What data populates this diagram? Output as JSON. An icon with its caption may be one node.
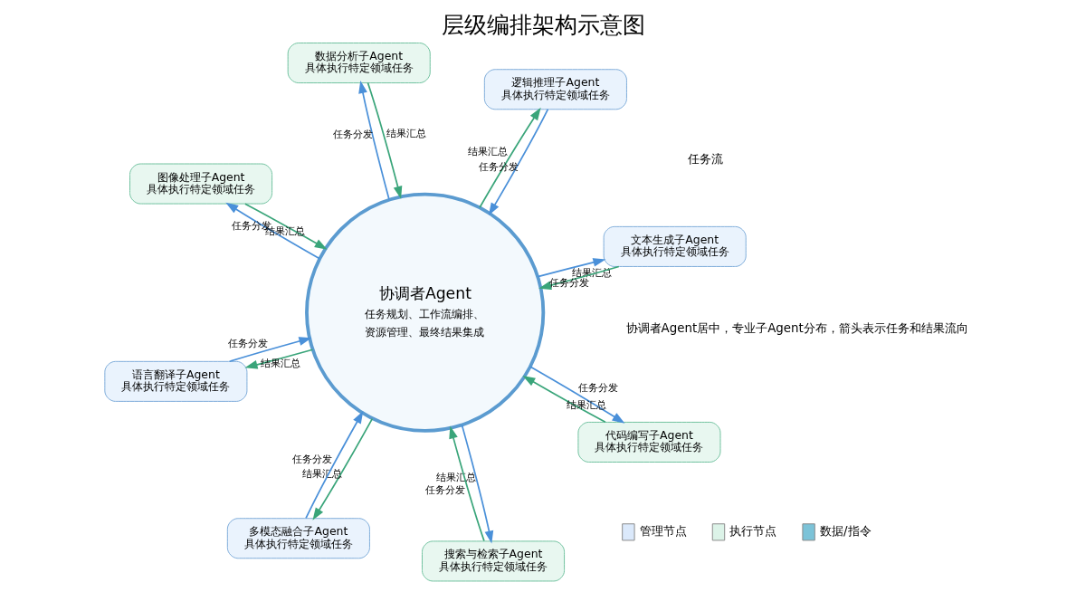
{
  "diagram": {
    "title": "层级编排架构示意图",
    "nodes": [
      {
        "text": [
          "协调者Agent",
          "任务规划、工作流编排、资源管理、最终结果集成"
        ]
      },
      {
        "text": [
          "文本生成子Agent",
          "具体执行特定领域任务"
        ]
      },
      {
        "text": [
          "多模态融合子Agent",
          "具体执行特定领域任务"
        ]
      },
      {
        "text": [
          "图像处理子Agent",
          "具体执行特定领域任务"
        ]
      },
      {
        "text": [
          "逻辑推理子Agent",
          "具体执行特定领域任务"
        ]
      },
      {
        "text": [
          "数据分析子Agent",
          "具体执行特定领域任务"
        ]
      },
      {
        "text": [
          "语言翻译子Agent",
          "具体执行特定领域任务"
        ]
      },
      {
        "text": [
          "代码编写子Agent",
          "具体执行特定领域任务"
        ]
      },
      {
        "text": [
          "搜索与检索子Agent",
          "具体执行特定领域任务"
        ]
      }
    ],
    "edges": [
      {
        "from": 0,
        "to": 1,
        "arrow": "to",
        "label": "结果汇总",
        "color": "#4a90d9"
      },
      {
        "from": 1,
        "to": 0,
        "arrow": "to",
        "label": "任务分发",
        "color": "#3aa57a"
      },
      {
        "from": 2,
        "to": 0,
        "arrow": "to",
        "label": "任务分发",
        "color": "#4a90d9"
      },
      {
        "from": 0,
        "to": 2,
        "arrow": "to",
        "label": "结果汇总",
        "color": "#3aa57a"
      },
      {
        "from": 0,
        "to": 3,
        "arrow": "to",
        "label": "任务分发",
        "color": "#4a90d9"
      },
      {
        "from": 3,
        "to": 0,
        "arrow": "to",
        "label": "结果汇总",
        "color": "#3aa57a"
      },
      {
        "from": 4,
        "to": 0,
        "arrow": "to",
        "label": "任务分发",
        "color": "#4a90d9"
      },
      {
        "from": 0,
        "to": 4,
        "arrow": "to",
        "label": "结果汇总",
        "color": "#3aa57a"
      },
      {
        "from": 0,
        "to": 5,
        "arrow": "to",
        "label": "任务分发",
        "color": "#4a90d9"
      },
      {
        "from": 5,
        "to": 0,
        "arrow": "to",
        "label": "结果汇总",
        "color": "#3aa57a"
      },
      {
        "from": 6,
        "to": 0,
        "arrow": "to",
        "label": "任务分发",
        "color": "#4a90d9"
      },
      {
        "from": 0,
        "to": 6,
        "arrow": "to",
        "label": "结果汇总",
        "color": "#3aa57a"
      },
      {
        "from": 0,
        "to": 7,
        "arrow": "to",
        "label": "任务分发",
        "color": "#4a90d9"
      },
      {
        "from": 7,
        "to": 0,
        "arrow": "to",
        "label": "结果汇总",
        "color": "#3aa57a"
      },
      {
        "from": 0,
        "to": 8,
        "arrow": "to",
        "label": "结果汇总",
        "color": "#4a90d9"
      },
      {
        "from": 8,
        "to": 0,
        "arrow": "to",
        "label": "任务分发",
        "color": "#3aa57a"
      }
    ],
    "labels": [
      "协调者Agent居中，专业子Agent分布，箭头表示任务和结果流向",
      "任务流"
    ],
    "legend": [
      {
        "text": "管理节点",
        "color": "#dbe9fb"
      },
      {
        "text": "执行节点",
        "color": "#dcf3e8"
      },
      {
        "text": "数据/指令",
        "color": "#7cc3d8"
      }
    ]
  }
}
